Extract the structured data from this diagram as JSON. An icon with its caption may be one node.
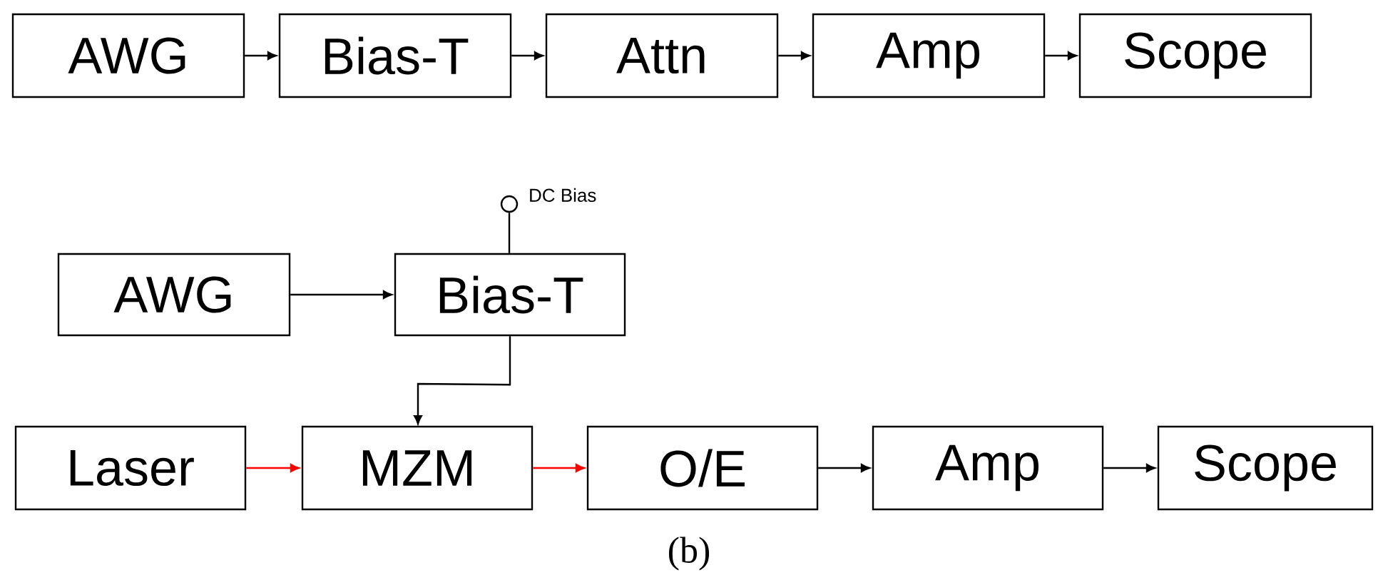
{
  "diagram": {
    "caption": "(b)",
    "nodes": [
      {
        "text": [
          "AWG"
        ]
      },
      {
        "text": [
          "Bias-T"
        ]
      },
      {
        "text": [
          "Attn"
        ]
      },
      {
        "text": [
          "Amp"
        ]
      },
      {
        "text": [
          "Scope"
        ]
      },
      {
        "text": [
          "AWG"
        ]
      },
      {
        "text": [
          "Bias-T"
        ]
      },
      {
        "text": [],
        "shape": "circle",
        "beside": [
          "DC Bias"
        ]
      },
      {
        "text": [
          "Laser"
        ]
      },
      {
        "text": [
          "MZM"
        ]
      },
      {
        "text": [
          "O/E"
        ]
      },
      {
        "text": [
          "Amp"
        ]
      },
      {
        "text": [
          "Scope"
        ]
      }
    ],
    "edges": [
      {
        "from": 0,
        "to": 1,
        "arrow": "to"
      },
      {
        "from": 1,
        "to": 2,
        "arrow": "to"
      },
      {
        "from": 2,
        "to": 3,
        "arrow": "to"
      },
      {
        "from": 3,
        "to": 4,
        "arrow": "to"
      },
      {
        "from": 5,
        "to": 6,
        "arrow": "to"
      },
      {
        "from": 7,
        "to": 6,
        "arrow": "none"
      },
      {
        "from": 6,
        "to": 9,
        "arrow": "to"
      },
      {
        "from": 8,
        "to": 9,
        "arrow": "to",
        "color": "#ff0000"
      },
      {
        "from": 9,
        "to": 10,
        "arrow": "to",
        "color": "#ff0000"
      },
      {
        "from": 10,
        "to": 11,
        "arrow": "to"
      },
      {
        "from": 11,
        "to": 12,
        "arrow": "to"
      }
    ]
  }
}
